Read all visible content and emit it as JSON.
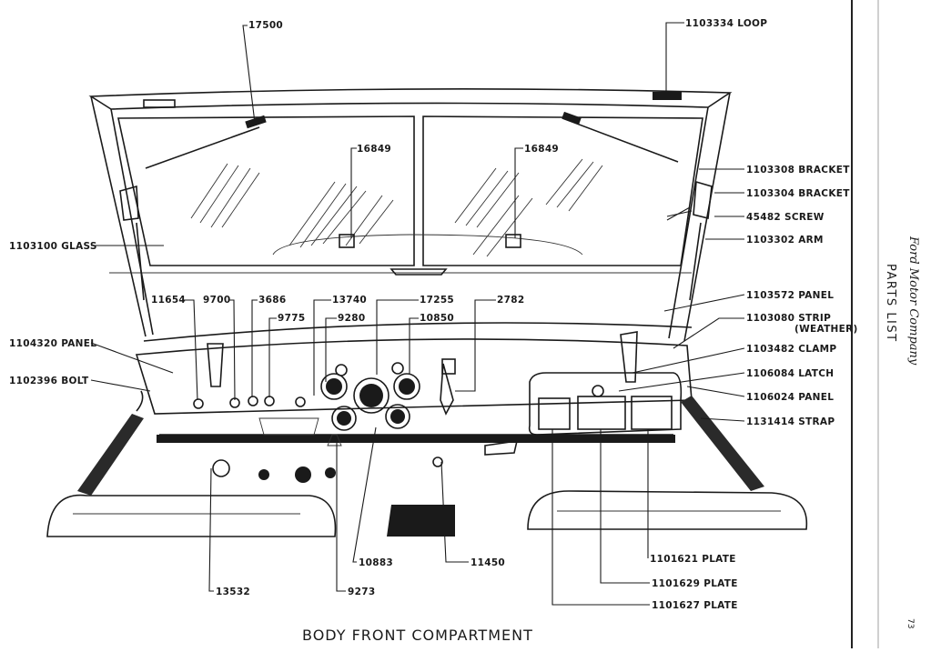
{
  "caption": "BODY FRONT COMPARTMENT",
  "sidebar": {
    "brand": "Ford Motor Company",
    "title": "PARTS LIST",
    "page_number": "73"
  },
  "callouts": {
    "c17500": "17500",
    "c1103334": "1103334 LOOP",
    "c16849a": "16849",
    "c16849b": "16849",
    "c1103308": "1103308 BRACKET",
    "c1103304": "1103304 BRACKET",
    "c45482": "45482 SCREW",
    "c1103302": "1103302 ARM",
    "c1103100": "1103100 GLASS",
    "c1103572": "1103572 PANEL",
    "c11654": "11654",
    "c9700": "9700",
    "c3686": "3686",
    "c9775": "9775",
    "c13740": "13740",
    "c9280": "9280",
    "c17255": "17255",
    "c10850": "10850",
    "c2782": "2782",
    "c1103080a": "1103080 STRIP",
    "c1103080b": "(WEATHER)",
    "c1104320": "1104320 PANEL",
    "c1103482": "1103482 CLAMP",
    "c1102396": "1102396 BOLT",
    "c1106084": "1106084 LATCH",
    "c1106024": "1106024 PANEL",
    "c1131414": "1131414 STRAP",
    "c11450": "11450",
    "c10883": "10883",
    "c1101621": "1101621 PLATE",
    "c1101629": "1101629 PLATE",
    "c1101627": "1101627 PLATE",
    "c13532": "13532",
    "c9273": "9273"
  }
}
